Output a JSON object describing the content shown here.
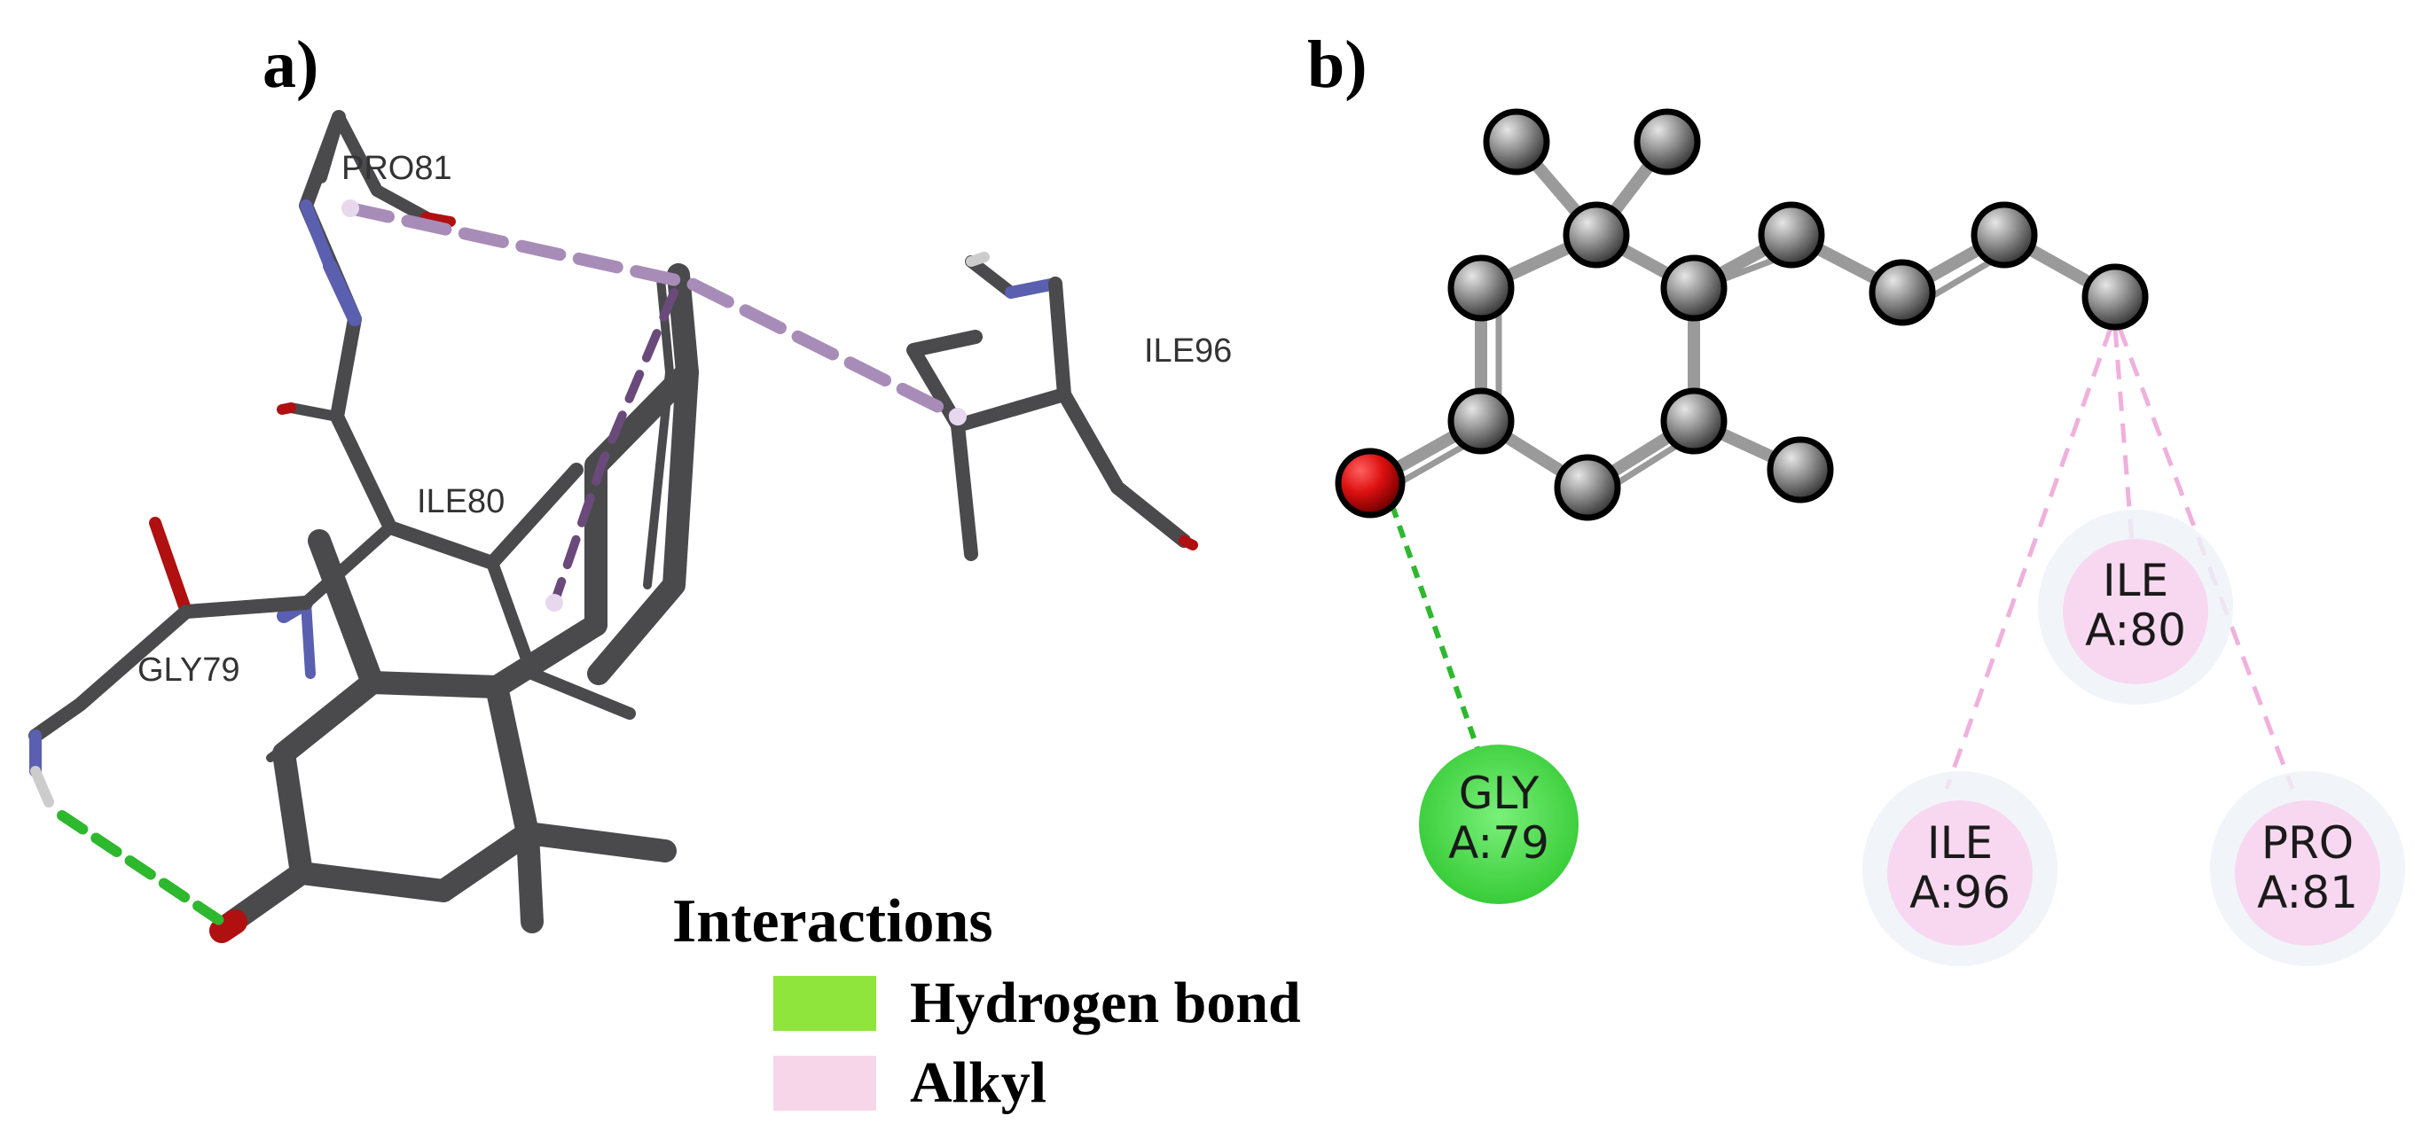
{
  "panels": {
    "a": "a)",
    "b": "b)"
  },
  "residues_3d": {
    "pro81": "PRO81",
    "ile96": "ILE96",
    "ile80": "ILE80",
    "gly79": "GLY79"
  },
  "nodes_2d": [
    {
      "id": "gly79",
      "line1": "GLY",
      "line2": "A:79",
      "interaction": "Hydrogen bond"
    },
    {
      "id": "ile80",
      "line1": "ILE",
      "line2": "A:80",
      "interaction": "Alkyl"
    },
    {
      "id": "ile96",
      "line1": "ILE",
      "line2": "A:96",
      "interaction": "Alkyl"
    },
    {
      "id": "pro81",
      "line1": "PRO",
      "line2": "A:81",
      "interaction": "Alkyl"
    }
  ],
  "legend": {
    "title": "Interactions",
    "items": [
      {
        "label": "Hydrogen bond",
        "color": "#8fe53c"
      },
      {
        "label": "Alkyl",
        "color": "#f8d6ea"
      }
    ]
  },
  "colors": {
    "carbon_stick": "#4a4a4d",
    "nitrogen": "#5a5fb0",
    "oxygen": "#b01010",
    "hbond": "#2db82d",
    "alkyl_3d": "#a88cb8",
    "alkyl_2d": "#f0b0dc",
    "atom_2d": "#8c8c8c",
    "gly_node": "#5ee15e",
    "alkyl_node": "#f8d8f0"
  }
}
